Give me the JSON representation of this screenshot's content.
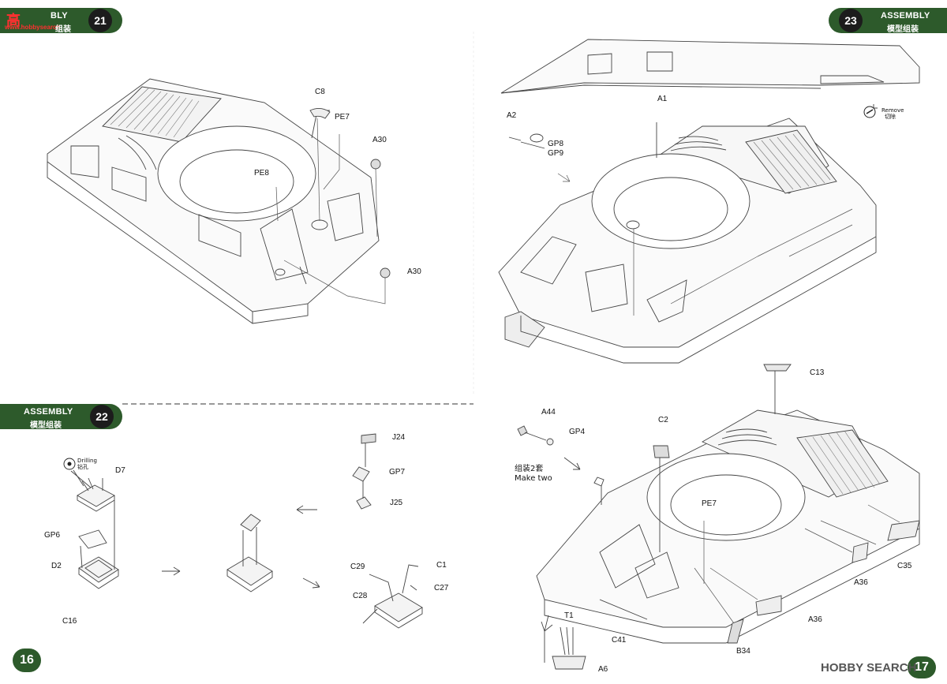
{
  "steps": {
    "s21": {
      "number": "21",
      "header": "ASSEMBLY"
    },
    "s22": {
      "number": "22",
      "header": "ASSEMBLY",
      "header_cn": "模型组装"
    },
    "s23": {
      "number": "23",
      "header": "ASSEMBLY",
      "header_cn": "模型组装"
    }
  },
  "pages": {
    "left": "16",
    "right": "17"
  },
  "watermark_top": {
    "cn": "高",
    "latin": "BLY",
    "sub": "www.hobbysearch",
    "cn2": "组装"
  },
  "watermark_bottom": {
    "brand": "HOBBY SEARCH"
  },
  "notes": {
    "drilling_en": "Drilling",
    "drilling_cn": "钻孔",
    "remove_en": "Remove",
    "remove_cn": "切除",
    "make_two_cn": "组装2套",
    "make_two_en": "Make two"
  },
  "parts": {
    "s21": [
      "C8",
      "PE7",
      "A30",
      "PE8",
      "A30"
    ],
    "s22": [
      "D7",
      "GP6",
      "D2",
      "C16",
      "J24",
      "GP7",
      "J25",
      "C29",
      "C1",
      "C27",
      "C28"
    ],
    "s23_top": [
      "A1",
      "A2",
      "GP8",
      "GP9"
    ],
    "s23_bottom": [
      "C13",
      "A44",
      "GP4",
      "C2",
      "PE7",
      "C35",
      "A36",
      "A36",
      "C41",
      "B34",
      "T1",
      "A6"
    ]
  },
  "colors": {
    "tab_green": "#2d5a2b",
    "line": "#333333"
  }
}
